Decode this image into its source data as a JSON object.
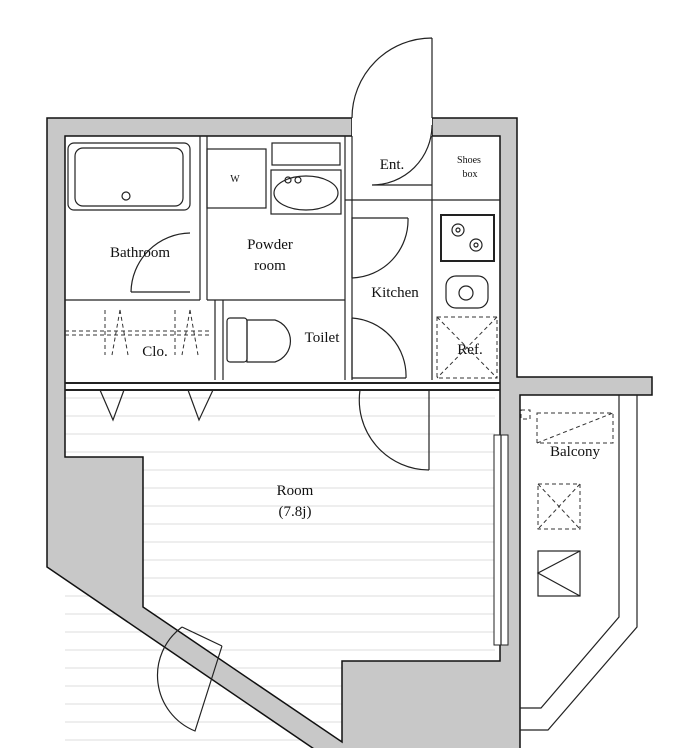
{
  "rooms": {
    "entrance": "Ent.",
    "shoes_box": [
      "Shoes",
      "box"
    ],
    "bathroom": "Bathroom",
    "powder_room": [
      "Powder",
      "room"
    ],
    "washer": "W",
    "kitchen": "Kitchen",
    "toilet": "Toilet",
    "closet": "Clo.",
    "refrigerator": "Ref.",
    "room": "Room",
    "room_size": "(7.8j)",
    "balcony": "Balcony"
  },
  "colors": {
    "wall": "#c8c8c8",
    "line": "#222222",
    "floor_lines": "#dddddd"
  }
}
